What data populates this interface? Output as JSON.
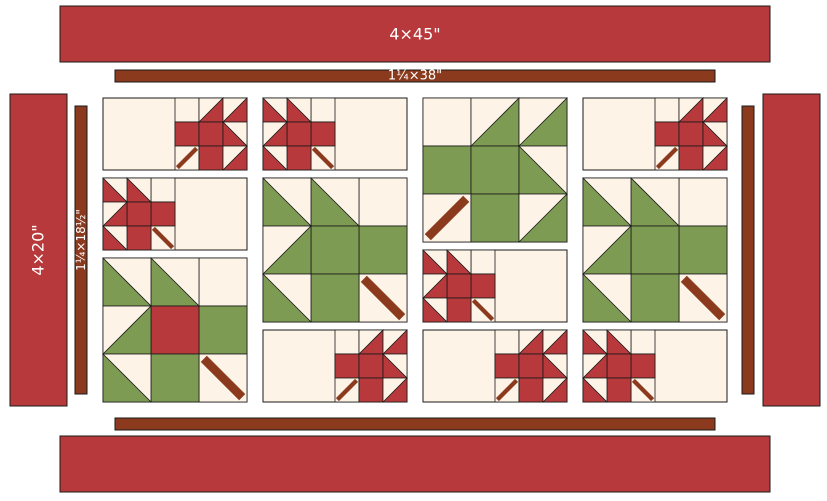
{
  "colors": {
    "border_red": "#B8393B",
    "sashing_brown": "#8B3A1E",
    "background_cream": "#FDF3E6",
    "leaf_red": "#B8393B",
    "leaf_green": "#7E9B54",
    "outline": "#1A1A1A"
  },
  "labels": {
    "top_border": "4×45\"",
    "top_sashing": "1¼×38\"",
    "left_border": "4×20\"",
    "left_sashing": "1¼×18½\""
  }
}
